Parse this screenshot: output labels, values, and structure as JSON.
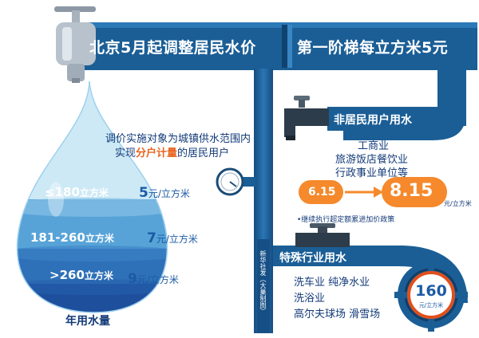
{
  "title_left": "北京5月起调整居民水价",
  "title_right": "第一阶梯每立方米5元",
  "residential": {
    "scope_line1": "调价实施对象为城镇供水范围内",
    "scope_line2_pre": "实现",
    "scope_line2_highlight": "分户计量",
    "scope_line2_post": "的居民用户",
    "tiers": [
      {
        "range": "≤180",
        "range_unit": "立方米",
        "price": "5",
        "price_unit": "元/立方米"
      },
      {
        "range": "181-260",
        "range_unit": "立方米",
        "price": "7",
        "price_unit": "元/立方米"
      },
      {
        "range": ">260",
        "range_unit": "立方米",
        "price": "9",
        "price_unit": "元/立方米"
      }
    ],
    "footer": "年用水量"
  },
  "non_residential": {
    "header": "非居民用户用水",
    "items": [
      "工商业",
      "旅游饭店餐饮业",
      "行政事业单位等"
    ],
    "old_price": "6.15",
    "new_price": "8.15",
    "unit": "元/立方米",
    "note": "•继续执行超定额累进加价政策"
  },
  "special": {
    "header": "特殊行业用水",
    "rows": [
      "洗车业  纯净水业",
      "洗浴业",
      "高尔夫球场  滑雪场"
    ],
    "price": "160",
    "unit": "元/立方米"
  },
  "credit": "新华社发（大巢制图）",
  "colors": {
    "pipe": "#1b5e96",
    "drop_light": "#cde9f6",
    "drop_mid": "#4a96d0",
    "drop_dark": "#1d4f9d",
    "orange": "#f5892b",
    "price_blue": "#1c5aa4"
  }
}
